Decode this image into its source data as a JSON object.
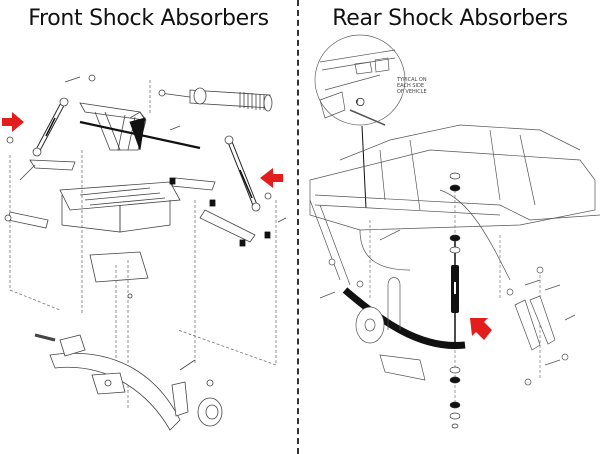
{
  "front": {
    "title": "Front Shock Absorbers",
    "arrows": [
      {
        "name": "left-shock-arrow",
        "direction": "right"
      },
      {
        "name": "right-shock-arrow",
        "direction": "left"
      }
    ]
  },
  "rear": {
    "title": "Rear Shock Absorbers",
    "callout": {
      "note_line1": "TYPICAL ON",
      "note_line2": "EACH SIDE",
      "note_line3": "OF VEHICLE"
    },
    "arrows": [
      {
        "name": "rear-shock-arrow",
        "direction": "up-left"
      }
    ]
  },
  "colors": {
    "arrow": "#e31c1c",
    "line_art": "#333333",
    "divider": "#333333"
  }
}
